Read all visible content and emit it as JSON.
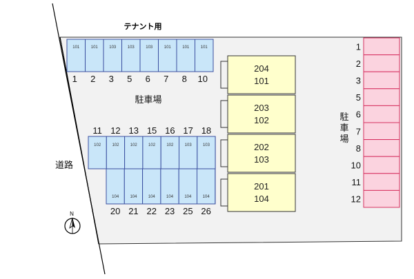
{
  "labels": {
    "tenant": "テナント用",
    "parking_center": "駐車場",
    "parking_right": [
      "駐",
      "車",
      "場"
    ],
    "road": "道路",
    "north": "N"
  },
  "top_row": {
    "spaces": [
      "101",
      "101",
      "103",
      "103",
      "103",
      "101",
      "101",
      "101"
    ],
    "numbers": [
      "1",
      "2",
      "3",
      "5",
      "6",
      "7",
      "8",
      "10"
    ]
  },
  "middle_row": {
    "spaces": [
      "102",
      "102",
      "102",
      "102",
      "102",
      "103",
      "103"
    ],
    "numbers": [
      "11",
      "12",
      "13",
      "15",
      "16",
      "17",
      "18"
    ]
  },
  "lower_row": {
    "spaces": [
      "104",
      "104",
      "104",
      "104",
      "104",
      "104"
    ],
    "numbers": [
      "20",
      "21",
      "22",
      "23",
      "25",
      "26"
    ]
  },
  "buildings": [
    {
      "upper": "204",
      "lower": "101"
    },
    {
      "upper": "203",
      "lower": "102"
    },
    {
      "upper": "202",
      "lower": "103"
    },
    {
      "upper": "201",
      "lower": "104"
    }
  ],
  "right_numbers": [
    "1",
    "2",
    "3",
    "5",
    "6",
    "7",
    "8",
    "10",
    "11",
    "12"
  ]
}
